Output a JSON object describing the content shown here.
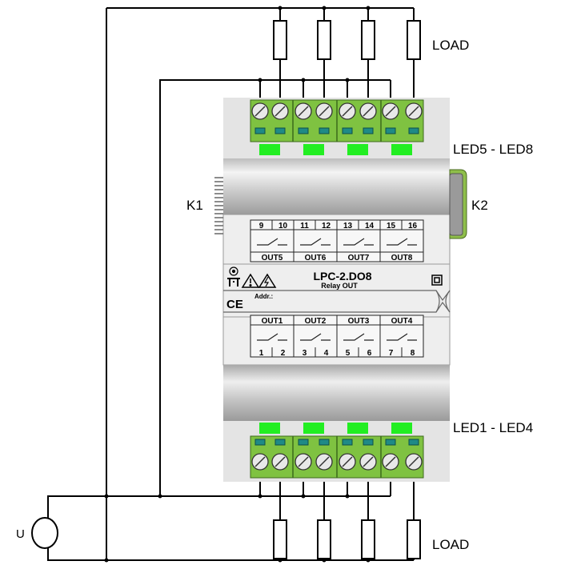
{
  "labels": {
    "load_top": "LOAD",
    "load_bottom": "LOAD",
    "led_top": "LED5 - LED8",
    "led_bottom": "LED1 - LED4",
    "k1": "K1",
    "k2": "K2",
    "u": "U"
  },
  "device": {
    "model": "LPC-2.DO8",
    "subtitle": "Relay OUT",
    "ce": "CE",
    "addr": "Addr.:"
  },
  "upper_outputs": [
    {
      "name": "OUT5",
      "pins": [
        "9",
        "10"
      ]
    },
    {
      "name": "OUT6",
      "pins": [
        "11",
        "12"
      ]
    },
    {
      "name": "OUT7",
      "pins": [
        "13",
        "14"
      ]
    },
    {
      "name": "OUT8",
      "pins": [
        "15",
        "16"
      ]
    }
  ],
  "lower_outputs": [
    {
      "name": "OUT1",
      "pins": [
        "1",
        "2"
      ]
    },
    {
      "name": "OUT2",
      "pins": [
        "3",
        "4"
      ]
    },
    {
      "name": "OUT3",
      "pins": [
        "5",
        "6"
      ]
    },
    {
      "name": "OUT4",
      "pins": [
        "7",
        "8"
      ]
    }
  ],
  "colors": {
    "terminal_green": "#7fc241",
    "led_green": "#22ee22",
    "indicator_teal": "#1f8a86",
    "housing_light": "#e6e6e6",
    "k2_frame": "#8fbf4a"
  }
}
